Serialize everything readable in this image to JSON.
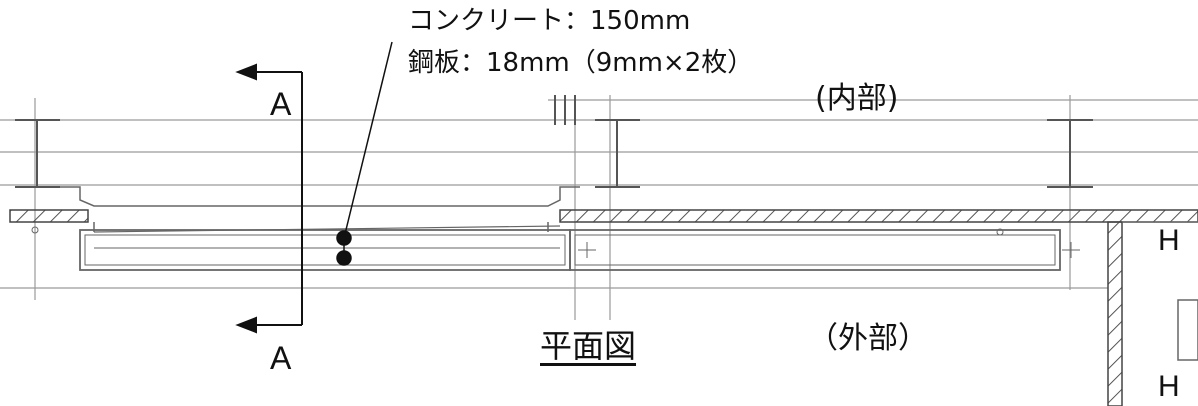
{
  "labels": {
    "annotation_concrete": "コンクリート：150mm",
    "annotation_steel": "鋼板：18mm（9mm×2枚）",
    "inside": "(内部)",
    "outside": "（外部）",
    "title": "平面図",
    "section_a_top": "A",
    "section_a_bottom": "A",
    "column_mark_1": "H",
    "column_mark_2": "H"
  },
  "colors": {
    "line": "#8a8a8a",
    "ink": "#111111"
  }
}
